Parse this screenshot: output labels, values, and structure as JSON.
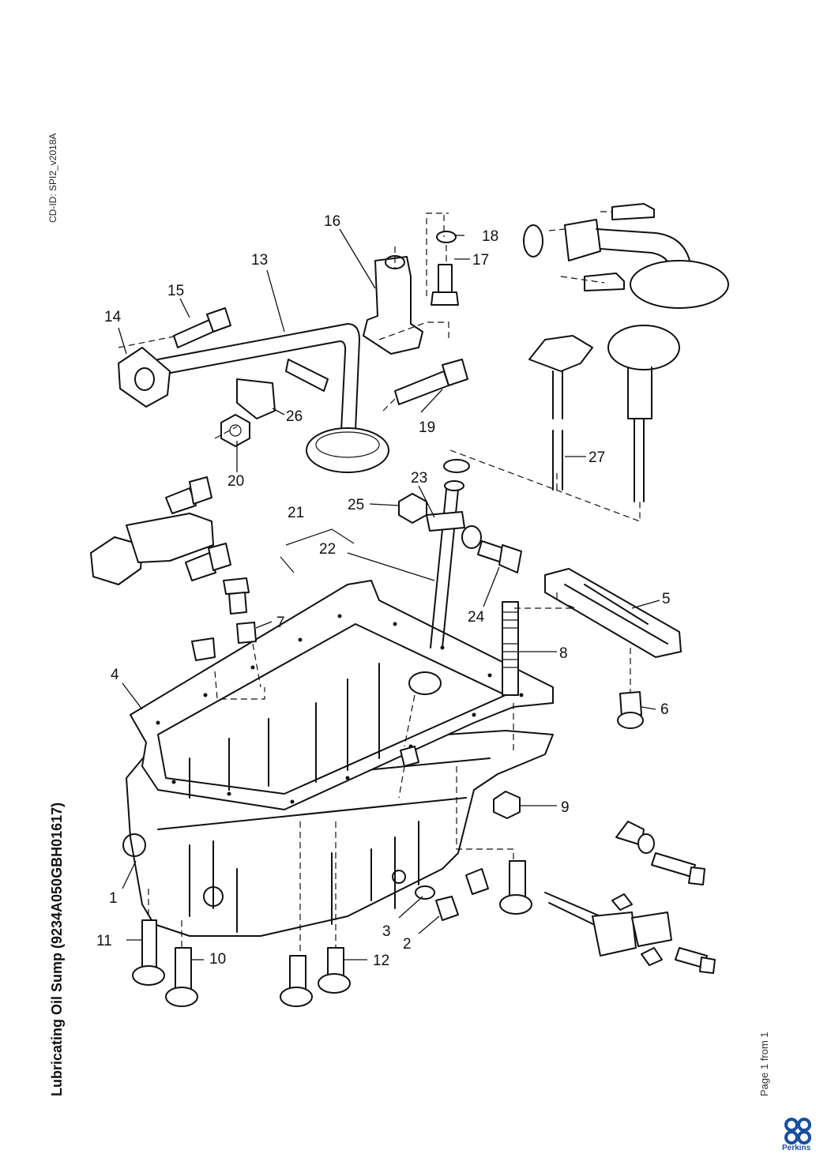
{
  "document": {
    "cd_id": "CD-ID: SPI2_v2018A",
    "title": "Lubricating Oil Sump (9234A050GBH01617)",
    "page_info": "Page 1 from 1",
    "logo_text": "Perkins",
    "brand_color": "#1a4fa0"
  },
  "callouts": [
    "1",
    "2",
    "3",
    "4",
    "5",
    "6",
    "7",
    "8",
    "9",
    "10",
    "11",
    "12",
    "13",
    "14",
    "15",
    "16",
    "17",
    "18",
    "19",
    "20",
    "21",
    "22",
    "23",
    "24",
    "25",
    "26",
    "27"
  ]
}
